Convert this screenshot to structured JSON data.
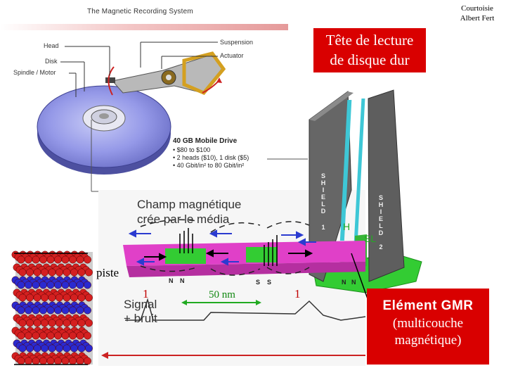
{
  "header": {
    "system_title": "The Magnetic Recording System",
    "credit_line1": "Courtoisie",
    "credit_line2": "Albert Fert",
    "title_line1": "Tête de lecture",
    "title_line2": "de disque dur"
  },
  "drive_labels": {
    "head": "Head",
    "disk": "Disk",
    "spindle": "Spindle / Motor",
    "suspension": "Suspension",
    "actuator": "Actuator"
  },
  "drive_specs": {
    "title": "40 GB Mobile Drive",
    "items": [
      "$80 to $100",
      "2 heads ($10), 1 disk ($5)",
      "40 Gbit/in² to 80 Gbit/in²"
    ]
  },
  "field_label": {
    "line1": "Champ magnétique",
    "line2": "crée par le média"
  },
  "track_label": "piste",
  "signal_label": {
    "line1": "Signal",
    "line2": "+ bruit"
  },
  "bit_marks": [
    "1",
    "1"
  ],
  "bit_spacing": "50 nm",
  "poles": [
    "N",
    "N",
    "S",
    "S",
    "N",
    "N"
  ],
  "head_labels": {
    "h": "H",
    "sl": "SL",
    "shield1_text": "SHIELD",
    "shield1_num": "1",
    "shield2_text": "SHIELD",
    "shield2_num": "2",
    "shield2_sub": "2"
  },
  "gmr_box": {
    "title": "Elément GMR",
    "line1": "(multicouche",
    "line2": "magnétique)"
  },
  "colors": {
    "accent_red": "#d90000",
    "media_magenta": "#e040c8",
    "media_green": "#33cc33",
    "disk_blue": "#8e93e6",
    "shield_gray": "#5e5e5e"
  }
}
